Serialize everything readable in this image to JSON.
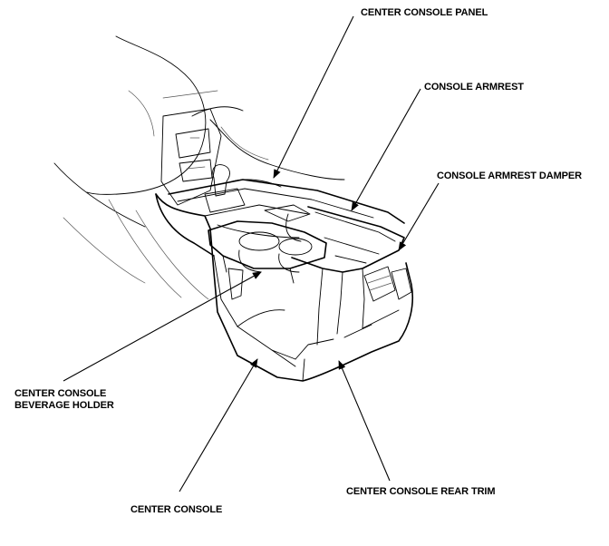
{
  "callouts": {
    "center_console_panel": "CENTER CONSOLE PANEL",
    "console_armrest": "CONSOLE ARMREST",
    "console_armrest_damper": "CONSOLE ARMREST DAMPER",
    "center_console_beverage_holder_line1": "CENTER CONSOLE",
    "center_console_beverage_holder_line2": "BEVERAGE HOLDER",
    "center_console": "CENTER CONSOLE",
    "center_console_rear_trim": "CENTER CONSOLE REAR TRIM"
  },
  "colors": {
    "line": "#000000",
    "background": "#ffffff"
  }
}
